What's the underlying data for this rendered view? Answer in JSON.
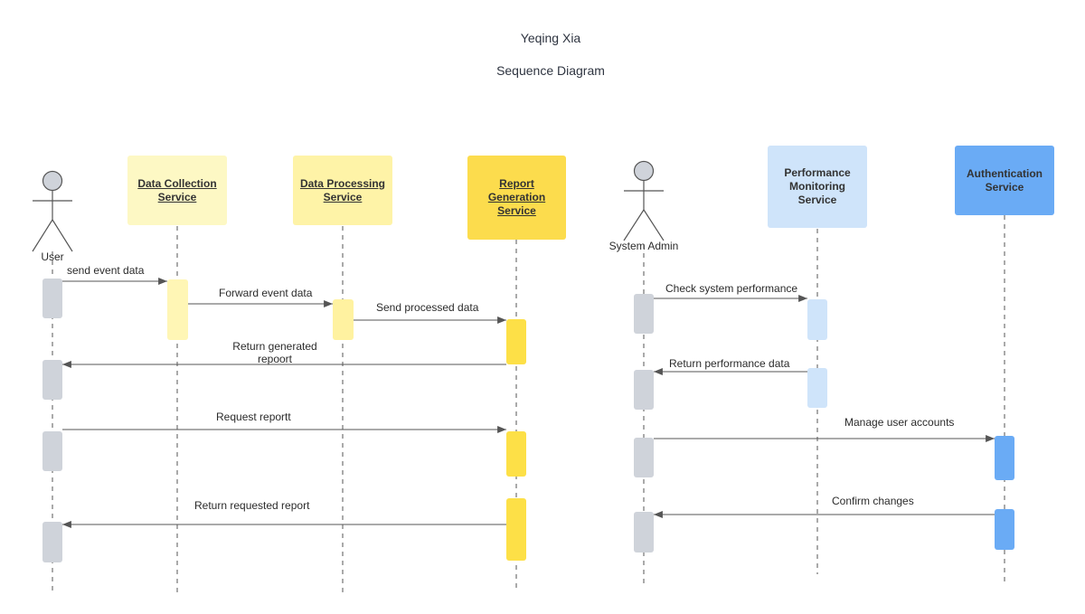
{
  "diagram": {
    "author": "Yeqing Xia",
    "title": "Sequence Diagram"
  },
  "participants": [
    {
      "id": "user",
      "kind": "actor",
      "label": "User"
    },
    {
      "id": "dcs",
      "kind": "lifeline",
      "label": "Data Collection Service",
      "color": "#fdf8c4"
    },
    {
      "id": "dps",
      "kind": "lifeline",
      "label": "Data Processing Service",
      "color": "#fef3a7"
    },
    {
      "id": "rgs",
      "kind": "lifeline",
      "label": "Report Generation Service",
      "color": "#fcdc4d"
    },
    {
      "id": "admin",
      "kind": "actor",
      "label": "System Admin"
    },
    {
      "id": "pms",
      "kind": "lifeline",
      "label": "Performance Monitoring Service",
      "color": "#cfe4fa"
    },
    {
      "id": "auth",
      "kind": "lifeline",
      "label": "Authentication Service",
      "color": "#6aabf5"
    }
  ],
  "messages": [
    {
      "from": "user",
      "to": "dcs",
      "label": "send event  data"
    },
    {
      "from": "dcs",
      "to": "dps",
      "label": "Forward event data"
    },
    {
      "from": "dps",
      "to": "rgs",
      "label": "Send processed data"
    },
    {
      "from": "rgs",
      "to": "user",
      "label": "Return generated repoort"
    },
    {
      "from": "user",
      "to": "rgs",
      "label": "Request reportt"
    },
    {
      "from": "rgs",
      "to": "user",
      "label": "Return requested report"
    },
    {
      "from": "admin",
      "to": "pms",
      "label": "Check system performance"
    },
    {
      "from": "pms",
      "to": "admin",
      "label": "Return performance data"
    },
    {
      "from": "admin",
      "to": "auth",
      "label": "Manage user accounts"
    },
    {
      "from": "auth",
      "to": "admin",
      "label": "Confirm changes"
    }
  ],
  "colors": {
    "line": "#555555",
    "activation_gray": "#cfd3da",
    "activation_pale_yellow": "#fff6b5",
    "activation_yellow": "#fde047",
    "activation_pale_blue": "#cfe4fa",
    "activation_blue": "#6aabf5"
  }
}
